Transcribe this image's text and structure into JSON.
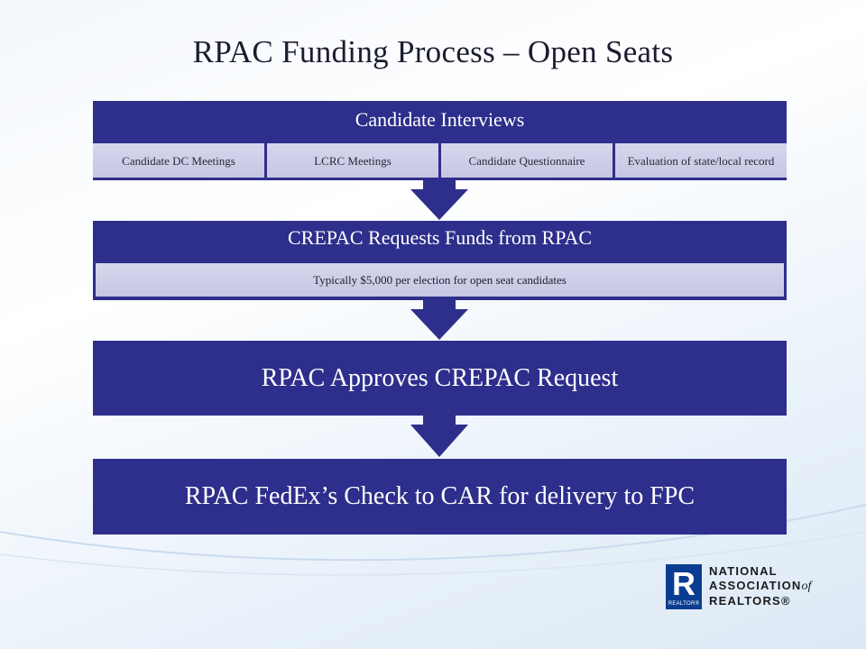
{
  "title": "RPAC Funding Process – Open Seats",
  "steps": [
    {
      "heading": "Candidate Interviews",
      "items": [
        "Candidate DC Meetings",
        "LCRC Meetings",
        "Candidate Questionnaire",
        "Evaluation of state/local record"
      ]
    },
    {
      "heading": "CREPAC Requests Funds from RPAC",
      "detail": "Typically $5,000 per election for open seat candidates"
    },
    {
      "heading": "RPAC Approves CREPAC Request"
    },
    {
      "heading": "RPAC FedEx’s Check  to CAR for delivery to FPC"
    }
  ],
  "logo": {
    "mark": "R",
    "mark_caption": "REALTOR®",
    "line1": "NATIONAL",
    "line2": "ASSOCIATION",
    "line2_suffix": "of",
    "line3": "REALTORS®"
  },
  "colors": {
    "band": "#2e2e8c",
    "sub_box": "#cacae4",
    "logo_blue": "#0a3d91"
  }
}
